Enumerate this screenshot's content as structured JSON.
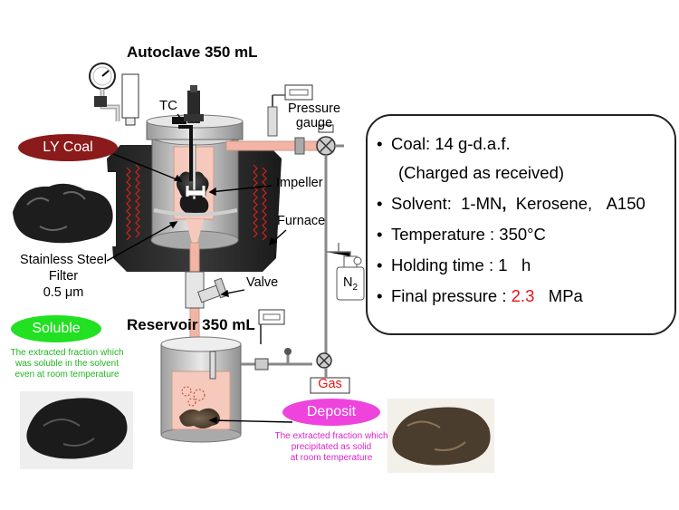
{
  "titles": {
    "autoclave": "Autoclave 350 mL",
    "reservoir": "Reservoir 350 mL"
  },
  "labels": {
    "tc": "TC",
    "pressure_gauge_line1": "Pressure",
    "pressure_gauge_line2": "gauge",
    "impeller": "Impeller",
    "furnace": "Furnace",
    "valve": "Valve",
    "filter_line1": "Stainless Steel",
    "filter_line2": "Filter",
    "filter_line3": "0.5 μm",
    "n2": "N",
    "n2_sub": "2",
    "gas": "Gas"
  },
  "badges": {
    "ly_coal": "LY Coal",
    "soluble": "Soluble",
    "deposit": "Deposit"
  },
  "descriptions": {
    "soluble": [
      "The extracted fraction which",
      "was soluble in the solvent",
      "even at room temperature"
    ],
    "deposit": [
      "The extracted fraction which",
      "precipitated as solid",
      "at room temperature"
    ]
  },
  "conditions": {
    "coal": "Coal: 14 g-d.a.f.",
    "coal_note": "(Charged as received)",
    "solvent_label": "Solvent:",
    "solvent_1": "1-MN",
    "solvent_sep": ",",
    "solvent_2": "Kerosene,",
    "solvent_3": "A150",
    "temperature": "Temperature : 350°C",
    "holding_time": "Holding time : 1   h",
    "final_pressure_label": "Final pressure :",
    "final_pressure_value": "2.3",
    "final_pressure_unit": "MPa"
  },
  "colors": {
    "ly_coal_badge": "#8b1a1a",
    "soluble_badge": "#22e022",
    "soluble_text": "#22b622",
    "deposit_badge": "#ee44dd",
    "deposit_text": "#dd22cc",
    "gas_text": "#e8141b",
    "fluid_pink": "#f6c9bd"
  }
}
